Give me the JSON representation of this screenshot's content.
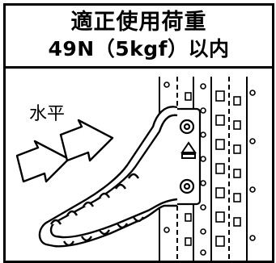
{
  "header": {
    "line1": "適正使用荷重",
    "line2": "49N（5kgf）以内"
  },
  "illustration": {
    "direction_label": "水平",
    "icons": [
      "load-arrow-icon",
      "load-arrow-icon",
      "bracket-hook-icon",
      "shelf-post-icon",
      "triangle-marker-icon"
    ]
  }
}
